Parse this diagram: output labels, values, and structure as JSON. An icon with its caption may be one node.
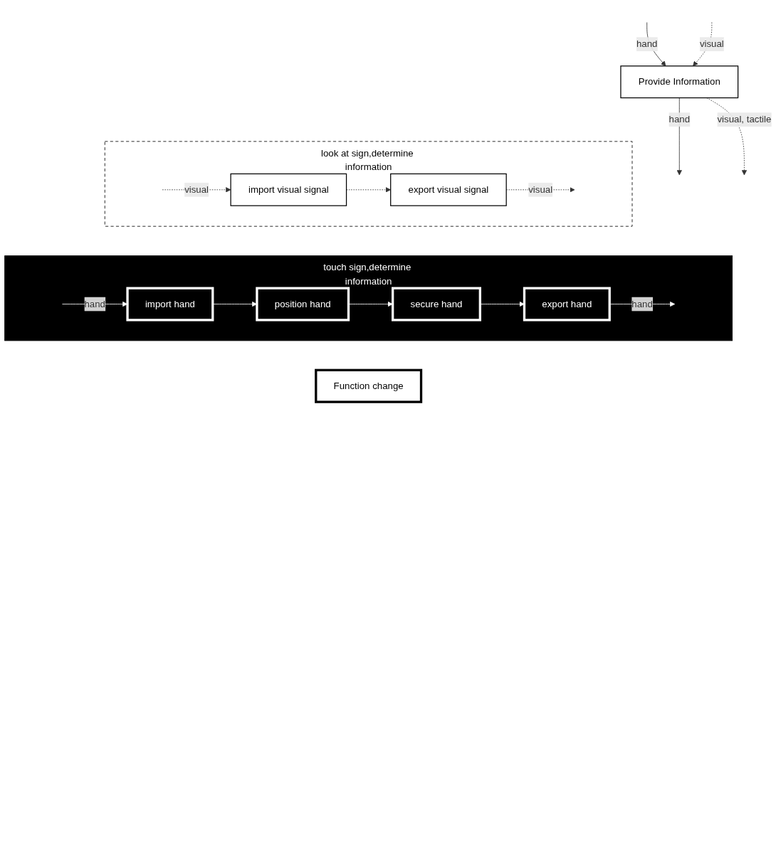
{
  "diagram": {
    "nodes": [
      {
        "text": [
          "Provide Information"
        ]
      },
      {
        "text": [
          "look at sign,determine information"
        ]
      },
      {
        "text": [
          "import visual signal"
        ],
        "in": 1
      },
      {
        "text": [
          "export visual signal"
        ],
        "in": 1
      },
      {
        "text": [
          "touch sign,determine information"
        ]
      },
      {
        "text": [
          "import hand"
        ],
        "in": 4
      },
      {
        "text": [
          "position hand"
        ],
        "in": 4
      },
      {
        "text": [
          "secure hand"
        ],
        "in": 4
      },
      {
        "text": [
          "export hand"
        ],
        "in": 4
      },
      {
        "text": [
          "Function change"
        ]
      }
    ],
    "edges": [
      {
        "from": null,
        "to": 0,
        "arrow": "to",
        "label": "hand"
      },
      {
        "from": null,
        "to": 0,
        "arrow": "to",
        "label": "visual",
        "style": "dashed"
      },
      {
        "from": 0,
        "to": null,
        "arrow": "to",
        "label": "hand"
      },
      {
        "from": 0,
        "to": null,
        "arrow": "to",
        "label": "visual, tactile",
        "style": "dashed"
      },
      {
        "from": null,
        "to": 2,
        "arrow": "to",
        "label": "visual",
        "style": "dashed"
      },
      {
        "from": 2,
        "to": 3,
        "arrow": "to",
        "style": "dashed"
      },
      {
        "from": 3,
        "to": null,
        "arrow": "to",
        "label": "visual",
        "style": "dashed"
      },
      {
        "from": null,
        "to": 5,
        "arrow": "to",
        "label": "hand",
        "color": "#ffffff"
      },
      {
        "from": 5,
        "to": 6,
        "arrow": "to",
        "color": "#ffffff"
      },
      {
        "from": 6,
        "to": 7,
        "arrow": "to",
        "color": "#ffffff"
      },
      {
        "from": 7,
        "to": 8,
        "arrow": "to",
        "color": "#ffffff"
      },
      {
        "from": 8,
        "to": null,
        "arrow": "to",
        "label": "hand",
        "color": "#ffffff"
      }
    ]
  }
}
